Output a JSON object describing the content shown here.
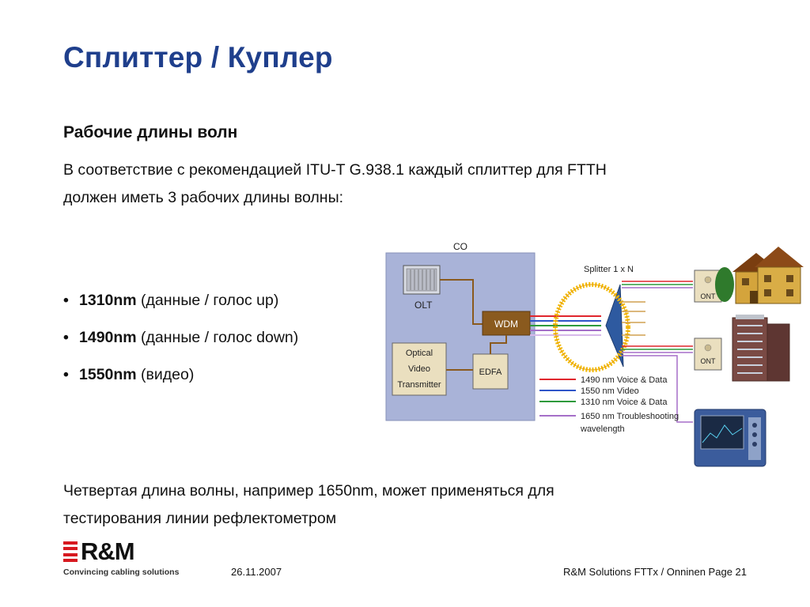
{
  "slide": {
    "title": "Сплиттер / Куплер",
    "subtitle": "Рабочие длины волн",
    "intro_line1": "В соответствие с рекомендацией ITU-T G.938.1 каждый сплиттер для FTTH",
    "intro_line2": "должен иметь 3 рабочих длины волны:",
    "bullets": [
      {
        "bold": "1310nm",
        "text": " (данные / голос up)"
      },
      {
        "bold": "1490nm",
        "text": " (данные / голос down)"
      },
      {
        "bold": "1550nm",
        "text": " (видео)"
      }
    ],
    "outro_line1": "Четвертая длина волны, например 1650nm, может применяться для",
    "outro_line2": "тестирования линии рефлектометром"
  },
  "diagram": {
    "co_label": "CO",
    "olt_label": "OLT",
    "wdm_label": "WDM",
    "edfa_label": "EDFA",
    "ovt_lines": [
      "Optical",
      "Video",
      "Transmitter"
    ],
    "splitter_label": "Splitter 1 x N",
    "ont_label_1": "ONT",
    "ont_label_2": "ONT",
    "legend": [
      {
        "label": "1490 nm Voice & Data",
        "color": "#e0262d"
      },
      {
        "label": "1550 nm Video",
        "color": "#2f55c8"
      },
      {
        "label": "1310 nm Voice & Data",
        "color": "#2e9a3c"
      },
      {
        "label": "1650 nm Troubleshooting",
        "color": "#a56fc8"
      }
    ],
    "legend_extra": "wavelength",
    "colors": {
      "co_box": "#a9b3d8",
      "wdm_box": "#8a5a1e",
      "beige": "#eadfbf",
      "ring": "#f2b800",
      "splitter": "#2e5aa0"
    }
  },
  "footer": {
    "logo_text": "R&M",
    "tagline": "Convincing cabling solutions",
    "date": "26.11.2007",
    "right": "R&M Solutions FTTx / Onninen  Page 21"
  }
}
